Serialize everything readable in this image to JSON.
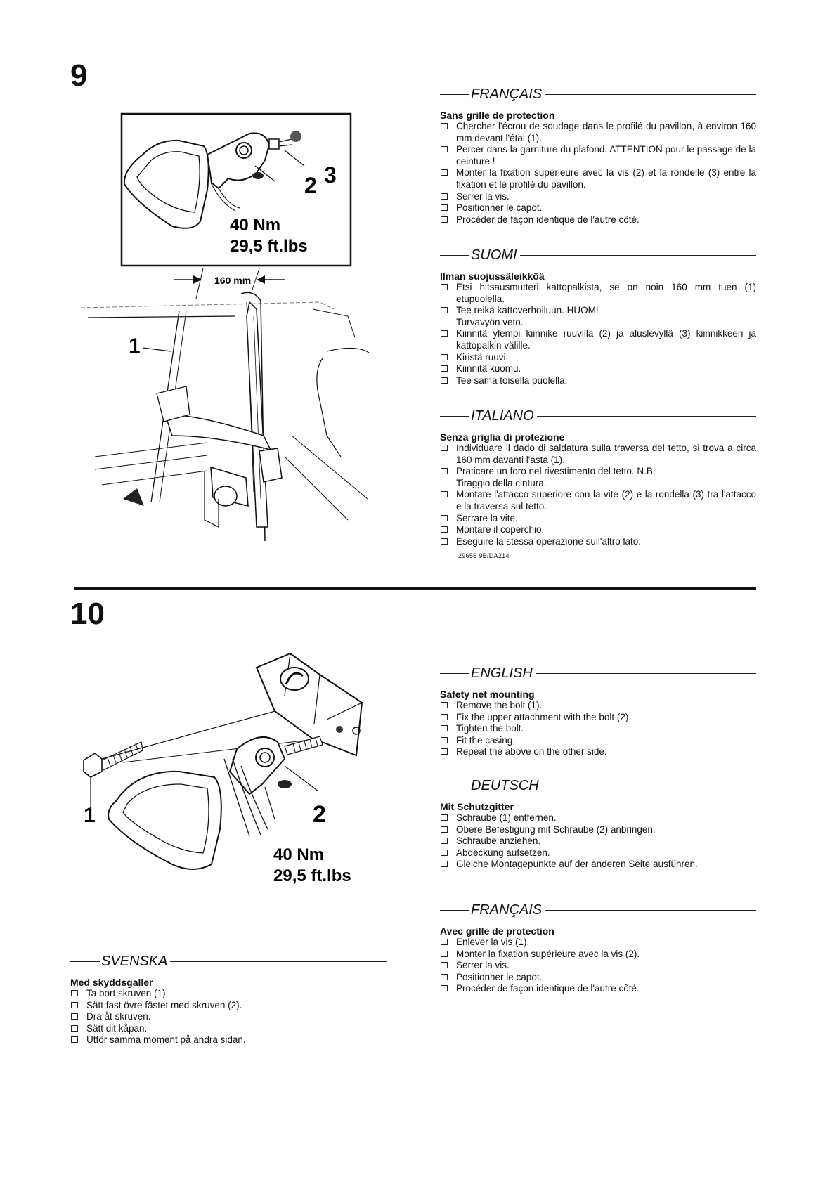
{
  "step9": {
    "number": "9",
    "figure": {
      "label_1": "1",
      "label_2": "2",
      "label_3": "3",
      "torque_nm": "40 Nm",
      "torque_ftlbs": "29,5 ft.lbs",
      "distance": "160 mm"
    },
    "francais": {
      "heading": "FRANÇAIS",
      "subheading": "Sans grille de protection",
      "items": [
        "Chercher l'écrou de soudage dans le profilé du pavillon, à environ 160 mm devant l'étai (1).",
        "Percer dans la garniture du plafond. ATTENTION pour le passage de la ceinture !",
        "Monter la fixation supérieure avec la vis (2) et la rondelle (3) entre la fixation et le profilé du pavillon.",
        "Serrer la vis.",
        "Positionner le capot.",
        "Procéder de façon identique de l'autre côté."
      ]
    },
    "suomi": {
      "heading": "SUOMI",
      "subheading": "Ilman suojussäleikköä",
      "items": [
        "Etsi hitsausmutteri kattopalkista, se on noin 160 mm tuen (1) etupuolella.",
        "Tee reikä kattoverhoiluun. HUOM! Turvavyön veto.",
        "Kiinnitä ylempi kiinnike ruuvilla (2) ja aluslevyllä (3) kiinnikkeen ja kattopalkin välille.",
        "Kiristä ruuvi.",
        "Kiinnitä kuomu.",
        "Tee sama toisella puolella."
      ]
    },
    "italiano": {
      "heading": "ITALIANO",
      "subheading": "Senza griglia di protezione",
      "items": [
        "Individuare il dado di saldatura sulla traversa del tetto, si trova a circa 160 mm davanti l'asta (1).",
        "Praticare un foro nel rivestimento del tetto. N.B. Tiraggio della cintura.",
        "Montare l'attacco superiore con la vite (2) e la rondella (3) tra l'attacco e la traversa sul tetto.",
        "Serrare la vite.",
        "Montare il coperchio.",
        "Eseguire la stessa operazione sull'altro lato."
      ],
      "ref": "29656 9B/DA214"
    }
  },
  "step10": {
    "number": "10",
    "figure": {
      "label_1": "1",
      "label_2": "2",
      "torque_nm": "40 Nm",
      "torque_ftlbs": "29,5 ft.lbs"
    },
    "english": {
      "heading": "ENGLISH",
      "subheading": "Safety net mounting",
      "items": [
        "Remove the bolt (1).",
        "Fix the upper attachment with the bolt (2).",
        "Tighten the bolt.",
        "Fit the casing.",
        "Repeat the above on the other side."
      ]
    },
    "deutsch": {
      "heading": "DEUTSCH",
      "subheading": "Mit Schutzgitter",
      "items": [
        "Schraube (1) entfernen.",
        "Obere Befestigung mit Schraube (2) anbringen.",
        "Schraube anziehen.",
        "Abdeckung aufsetzen.",
        "Gleiche Montagepunkte auf der anderen Seite ausführen."
      ]
    },
    "francais": {
      "heading": "FRANÇAIS",
      "subheading": "Avec grille de protection",
      "items": [
        "Enlever la vis (1).",
        "Monter la fixation supérieure avec la vis (2).",
        "Serrer la vis.",
        "Positionner le capot.",
        "Procéder de façon identique de l'autre côté."
      ]
    },
    "svenska": {
      "heading": "SVENSKA",
      "subheading": "Med skyddsgaller",
      "items": [
        "Ta bort skruven (1).",
        "Sätt fast övre fästet med skruven (2).",
        "Dra åt skruven.",
        "Sätt dit kåpan.",
        "Utför samma moment på andra sidan."
      ]
    }
  }
}
